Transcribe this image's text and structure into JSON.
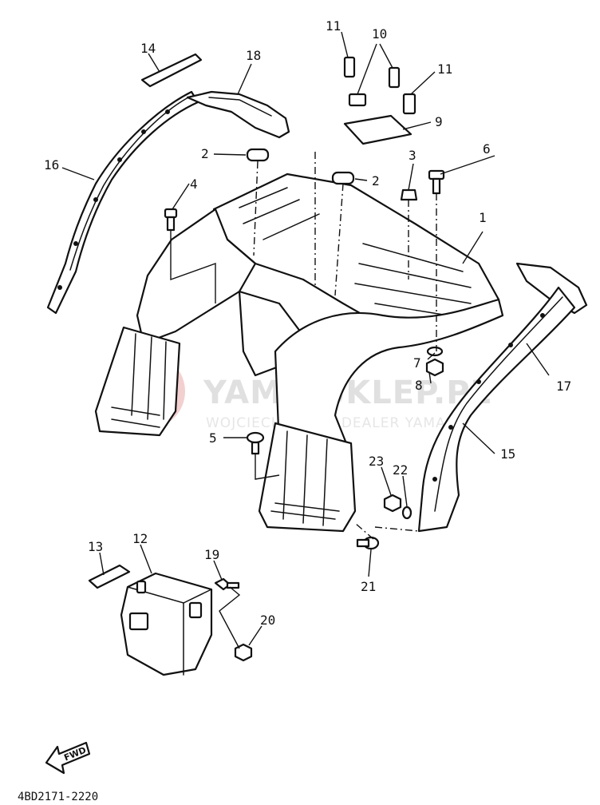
{
  "diagram": {
    "drawing_code": "4BD2171-2220",
    "fwd_label": "FWD",
    "watermark": {
      "line1": "YAMA-SKLEP.PL",
      "line2": "WOJCIECHOWSCY DEALER YAMAHA"
    },
    "callouts": [
      {
        "id": "c1",
        "text": "1"
      },
      {
        "id": "c2a",
        "text": "2"
      },
      {
        "id": "c2b",
        "text": "2"
      },
      {
        "id": "c3",
        "text": "3"
      },
      {
        "id": "c4",
        "text": "4"
      },
      {
        "id": "c5",
        "text": "5"
      },
      {
        "id": "c6",
        "text": "6"
      },
      {
        "id": "c7",
        "text": "7"
      },
      {
        "id": "c8",
        "text": "8"
      },
      {
        "id": "c9",
        "text": "9"
      },
      {
        "id": "c10",
        "text": "10"
      },
      {
        "id": "c11a",
        "text": "11"
      },
      {
        "id": "c11b",
        "text": "11"
      },
      {
        "id": "c12",
        "text": "12"
      },
      {
        "id": "c13",
        "text": "13"
      },
      {
        "id": "c14",
        "text": "14"
      },
      {
        "id": "c15",
        "text": "15"
      },
      {
        "id": "c16",
        "text": "16"
      },
      {
        "id": "c17",
        "text": "17"
      },
      {
        "id": "c18",
        "text": "18"
      },
      {
        "id": "c19",
        "text": "19"
      },
      {
        "id": "c20",
        "text": "20"
      },
      {
        "id": "c21",
        "text": "21"
      },
      {
        "id": "c22",
        "text": "22"
      },
      {
        "id": "c23",
        "text": "23"
      }
    ]
  }
}
